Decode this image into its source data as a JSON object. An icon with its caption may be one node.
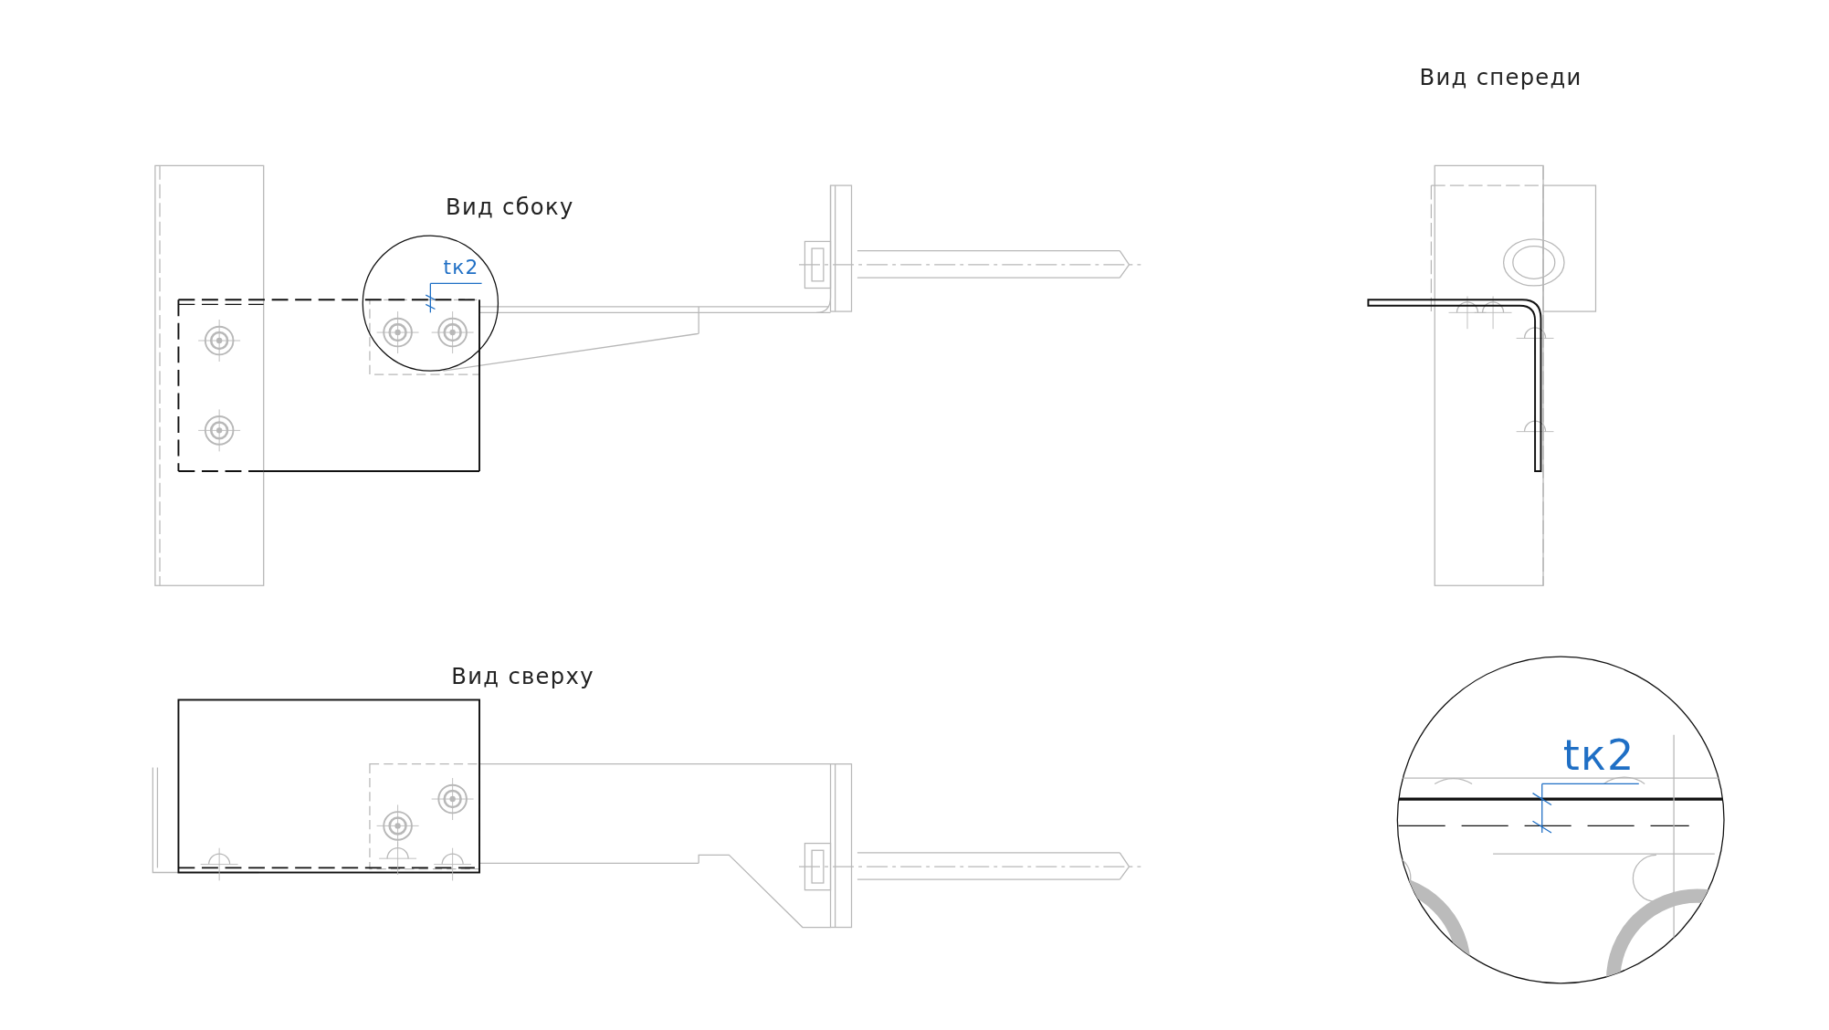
{
  "diagram": {
    "labels": [
      "Вид спереди",
      "Вид сбоку",
      "tк2",
      "Вид сверху",
      "tк2"
    ]
  }
}
